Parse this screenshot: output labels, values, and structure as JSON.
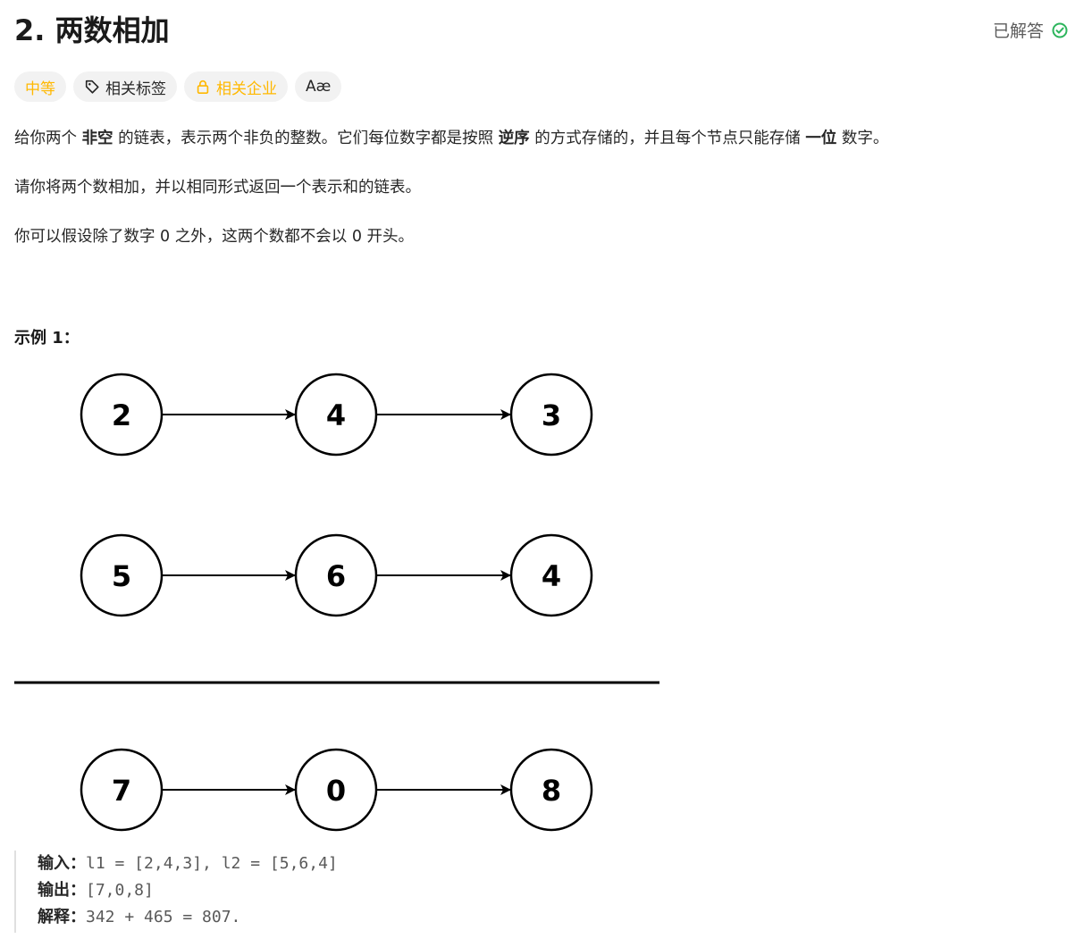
{
  "problem": {
    "title": "2. 两数相加",
    "status": "已解答"
  },
  "tags": {
    "difficulty": "中等",
    "related_tags": "相关标签",
    "related_companies": "相关企业",
    "translate": "Aæ"
  },
  "description": {
    "p1": [
      {
        "t": "给你两个 "
      },
      {
        "t": "非空",
        "b": true
      },
      {
        "t": " 的链表，表示两个非负的整数。它们每位数字都是按照 "
      },
      {
        "t": "逆序",
        "b": true
      },
      {
        "t": " 的方式存储的，并且每个节点只能存储 "
      },
      {
        "t": "一位",
        "b": true
      },
      {
        "t": " 数字。"
      }
    ],
    "p2": "请你将两个数相加，并以相同形式返回一个表示和的链表。",
    "p3": "你可以假设除了数字 0 之外，这两个数都不会以 0 开头。"
  },
  "example": {
    "title": "示例 1：",
    "diagram": {
      "list1": [
        "2",
        "4",
        "3"
      ],
      "list2": [
        "5",
        "6",
        "4"
      ],
      "result": [
        "7",
        "0",
        "8"
      ]
    },
    "input_label": "输入：",
    "input_value": "l1 = [2,4,3], l2 = [5,6,4]",
    "output_label": "输出：",
    "output_value": "[7,0,8]",
    "explain_label": "解释：",
    "explain_value": "342 + 465 = 807."
  }
}
